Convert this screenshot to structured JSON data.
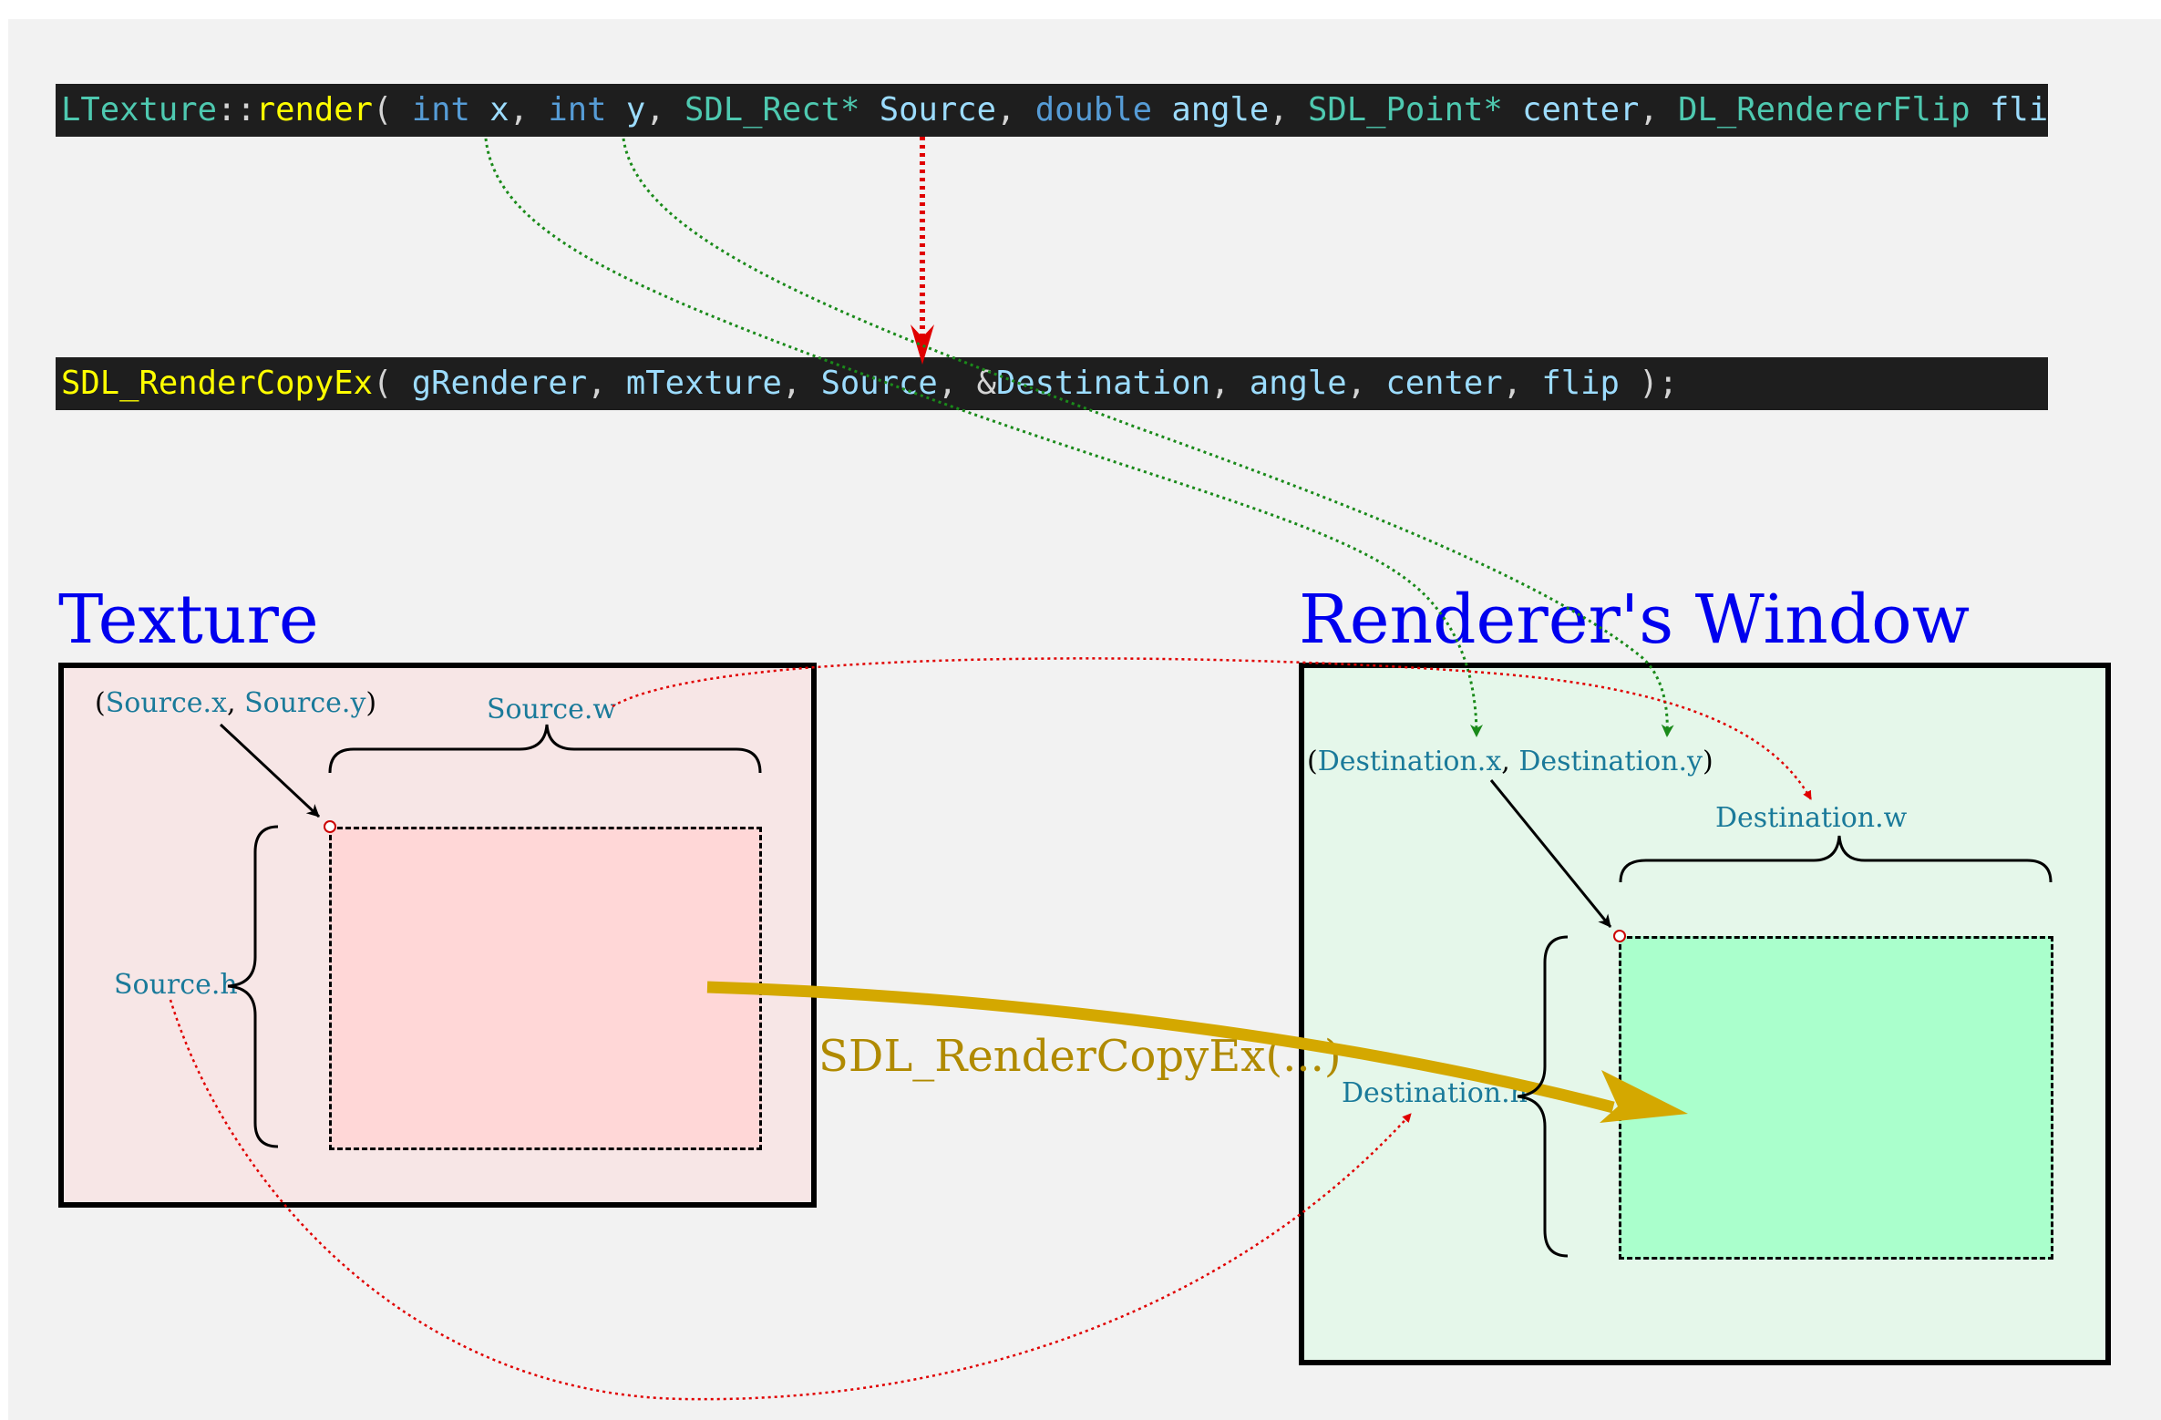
{
  "colors": {
    "background": "#f2f2f2",
    "code_bg": "#1e1e1e",
    "keyword": "#569cd6",
    "type": "#4ec9b0",
    "function": "#dcdcaa",
    "function_bright": "#ffff00",
    "identifier": "#9cdcfe",
    "punctuation": "#d4d4d4",
    "heading": "#0000ee",
    "label": "#1a7a9a",
    "texture_panel": "#f7e6e6",
    "texture_rect": "#ffd7d7",
    "window_panel": "#e5f7ea",
    "window_rect": "#aaffcc",
    "arrow_gold": "#d4a800",
    "call_text": "#b08a00",
    "dotted_green": "#1a8a1a",
    "dotted_red": "#e00000"
  },
  "code": {
    "signature": [
      {
        "t": "LTexture",
        "c": "type"
      },
      {
        "t": "::",
        "c": "punctuation"
      },
      {
        "t": "render",
        "c": "function_bright"
      },
      {
        "t": "( ",
        "c": "punctuation"
      },
      {
        "t": "int",
        "c": "keyword"
      },
      {
        "t": " x",
        "c": "identifier"
      },
      {
        "t": ", ",
        "c": "punctuation"
      },
      {
        "t": "int",
        "c": "keyword"
      },
      {
        "t": " y",
        "c": "identifier"
      },
      {
        "t": ", ",
        "c": "punctuation"
      },
      {
        "t": "SDL_Rect*",
        "c": "type"
      },
      {
        "t": " Source",
        "c": "identifier"
      },
      {
        "t": ", ",
        "c": "punctuation"
      },
      {
        "t": "double",
        "c": "keyword"
      },
      {
        "t": " angle",
        "c": "identifier"
      },
      {
        "t": ", ",
        "c": "punctuation"
      },
      {
        "t": "SDL_Point*",
        "c": "type"
      },
      {
        "t": " center",
        "c": "identifier"
      },
      {
        "t": ", ",
        "c": "punctuation"
      },
      {
        "t": "DL_RendererFlip",
        "c": "type"
      },
      {
        "t": " flip",
        "c": "identifier"
      },
      {
        "t": " )",
        "c": "punctuation"
      }
    ],
    "call": [
      {
        "t": "SDL_RenderCopyEx",
        "c": "function_bright"
      },
      {
        "t": "( ",
        "c": "punctuation"
      },
      {
        "t": "gRenderer",
        "c": "identifier"
      },
      {
        "t": ", ",
        "c": "punctuation"
      },
      {
        "t": "mTexture",
        "c": "identifier"
      },
      {
        "t": ", ",
        "c": "punctuation"
      },
      {
        "t": "Source",
        "c": "identifier"
      },
      {
        "t": ", ",
        "c": "punctuation"
      },
      {
        "t": "&",
        "c": "punctuation"
      },
      {
        "t": "Destination",
        "c": "identifier"
      },
      {
        "t": ", ",
        "c": "punctuation"
      },
      {
        "t": "angle",
        "c": "identifier"
      },
      {
        "t": ", ",
        "c": "punctuation"
      },
      {
        "t": "center",
        "c": "identifier"
      },
      {
        "t": ", ",
        "c": "punctuation"
      },
      {
        "t": "flip",
        "c": "identifier"
      },
      {
        "t": " );",
        "c": "punctuation"
      }
    ]
  },
  "texture": {
    "heading": "Texture",
    "coord_open": "(",
    "x_label": "Source.x",
    "comma": ", ",
    "y_label": "Source.y",
    "coord_close": ")",
    "w_label": "Source.w",
    "h_label": "Source.h"
  },
  "window": {
    "heading": "Renderer's Window",
    "coord_open": "(",
    "x_label": "Destination.x",
    "comma": ", ",
    "y_label": "Destination.y",
    "coord_close": ")",
    "w_label": "Destination.w",
    "h_label": "Destination.h"
  },
  "call_label": "SDL_RenderCopyEx(...)"
}
